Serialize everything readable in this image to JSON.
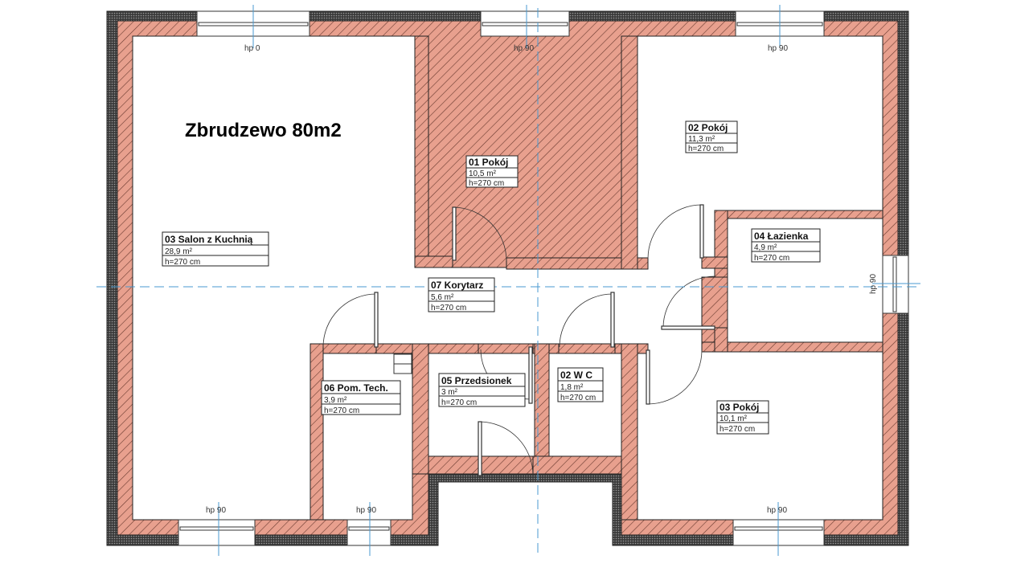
{
  "plan": {
    "title": "Zbrudzewo 80m2",
    "colors": {
      "wall": "#e8a08e",
      "insulation": "#555555",
      "axis": "#4a9ad0"
    },
    "rooms": [
      {
        "name": "01 Pokój",
        "area": "10,5 m²",
        "height": "h=270 cm"
      },
      {
        "name": "02 Pokój",
        "area": "11,3 m²",
        "height": "h=270 cm"
      },
      {
        "name": "03 Salon z Kuchnią",
        "area": "28,9 m²",
        "height": "h=270 cm"
      },
      {
        "name": "04 Łazienka",
        "area": "4,9 m²",
        "height": "h=270 cm"
      },
      {
        "name": "07 Korytarz",
        "area": "5,6 m²",
        "height": "h=270 cm"
      },
      {
        "name": "06 Pom. Tech.",
        "area": "3,9 m²",
        "height": "h=270 cm"
      },
      {
        "name": "05 Przedsionek",
        "area": "3 m²",
        "height": "h=270 cm"
      },
      {
        "name": "02 W C",
        "area": "1,8 m²",
        "height": "h=270 cm"
      },
      {
        "name": "03 Pokój",
        "area": "10,1 m²",
        "height": "h=270 cm"
      }
    ],
    "windows": [
      "hp 0",
      "hp 90",
      "hp 90",
      "hp 90",
      "hp 90",
      "hp 90",
      "hp 90"
    ]
  }
}
